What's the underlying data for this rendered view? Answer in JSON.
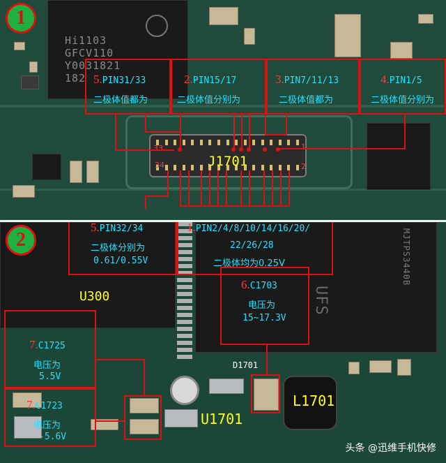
{
  "panel1": {
    "marker": "1",
    "chip_lines": [
      "Hi1103",
      "GFCV110",
      "Y0031821",
      "182"
    ],
    "connector": "J1701",
    "connector_pins": {
      "left_top": "33",
      "left_bottom": "34",
      "right_top": "1",
      "right_bottom": "2"
    },
    "callouts": [
      {
        "num": "5.",
        "pins": "PIN31/33",
        "text": "二极体值都为"
      },
      {
        "num": "2.",
        "pins": "PIN15/17",
        "text": "二极体值分别为"
      },
      {
        "num": "3.",
        "pins": "PIN7/11/13",
        "text": "二极体值都为"
      },
      {
        "num": "4.",
        "pins": "PIN1/5",
        "text": "二极体值分别为"
      }
    ]
  },
  "panel2": {
    "marker": "2",
    "callout_5": {
      "num": "5.",
      "pins": "PIN32/34",
      "line1": "二极体分别为",
      "line2": "0.61/0.55V"
    },
    "callout_1": {
      "num": "1.",
      "pins": "PIN2/4/8/10/14/16/20/",
      "line2": "22/26/28",
      "line3": "二极体均为0.25V"
    },
    "callout_6": {
      "num": "6.",
      "ref": "C1703",
      "line1": "电压为",
      "line2": "15~17.3V"
    },
    "callout_7a": {
      "num": "7.",
      "ref": "C1725",
      "line1": "电压为",
      "line2": "5.5V"
    },
    "callout_7b": {
      "num": "7.",
      "ref": "C1723",
      "line1": "电压为",
      "line2": "-5.6V"
    },
    "labels": {
      "u300": "U300",
      "d1701": "D1701",
      "l1701": "L1701",
      "u1701": "U1701"
    },
    "chip_text": "MJTPS3440B",
    "ufs": "UFS"
  },
  "watermark": "头条 @迅维手机快修",
  "colors": {
    "box": "#e01010",
    "text_cyan": "#1ee2ff",
    "label_yellow": "#ffff20",
    "marker_green": "#20b040"
  }
}
